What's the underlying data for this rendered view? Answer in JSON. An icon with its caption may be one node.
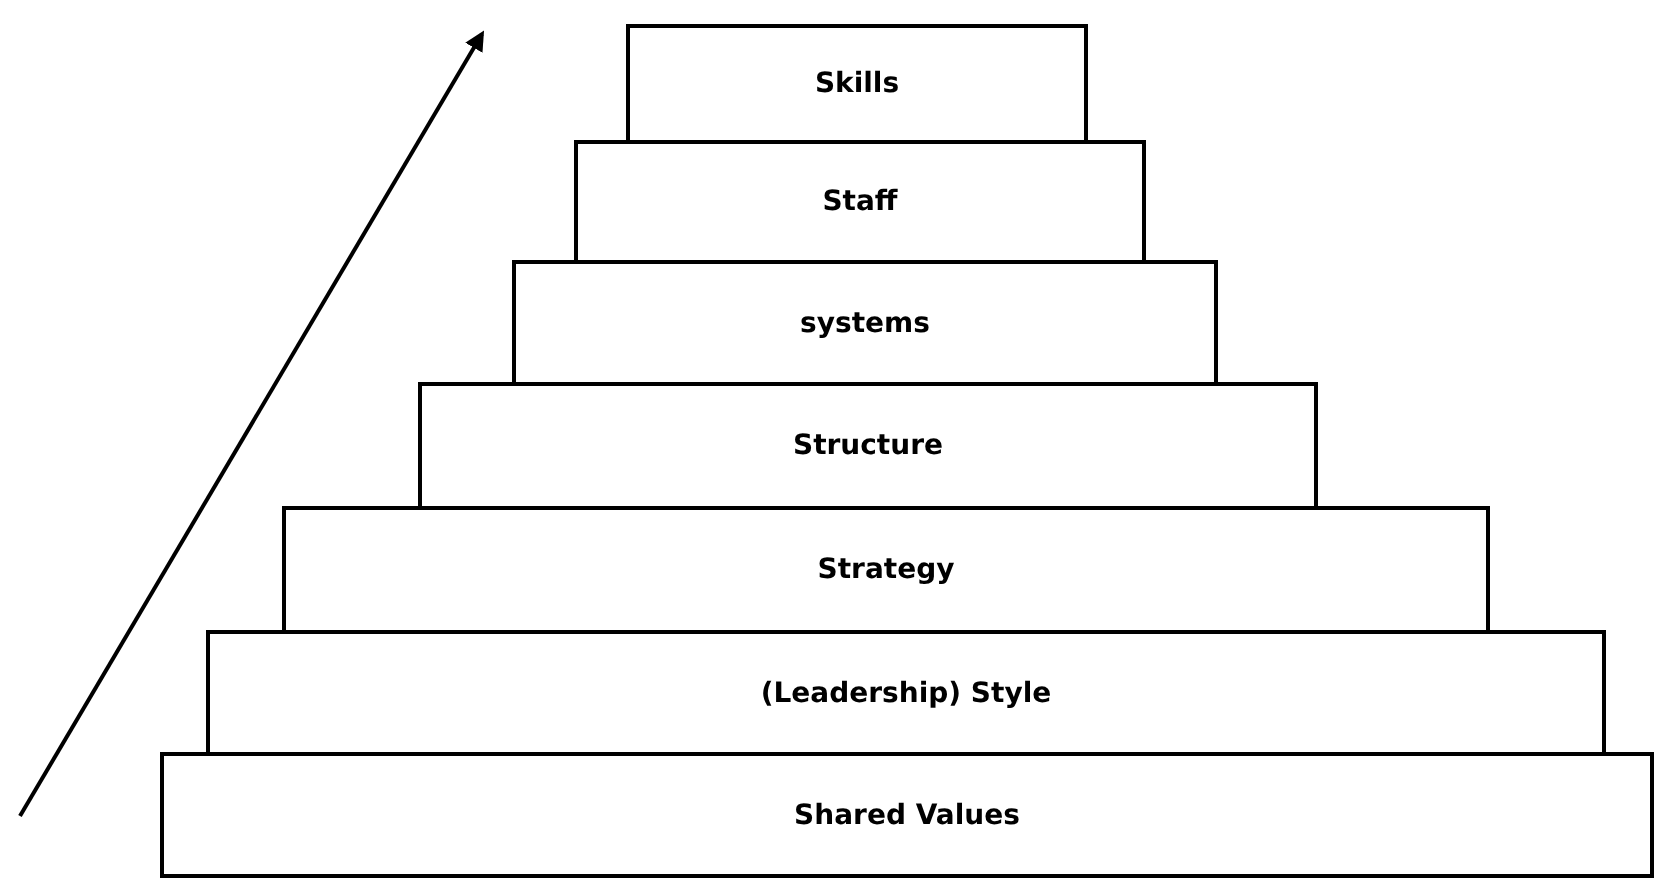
{
  "diagram": {
    "nodes": [
      {
        "text": [
          "Skills"
        ]
      },
      {
        "text": [
          "Staff"
        ]
      },
      {
        "text": [
          "systems"
        ]
      },
      {
        "text": [
          "Structure"
        ]
      },
      {
        "text": [
          "Strategy"
        ]
      },
      {
        "text": [
          "(Leadership) Style"
        ]
      },
      {
        "text": [
          "Shared Values"
        ]
      }
    ]
  }
}
